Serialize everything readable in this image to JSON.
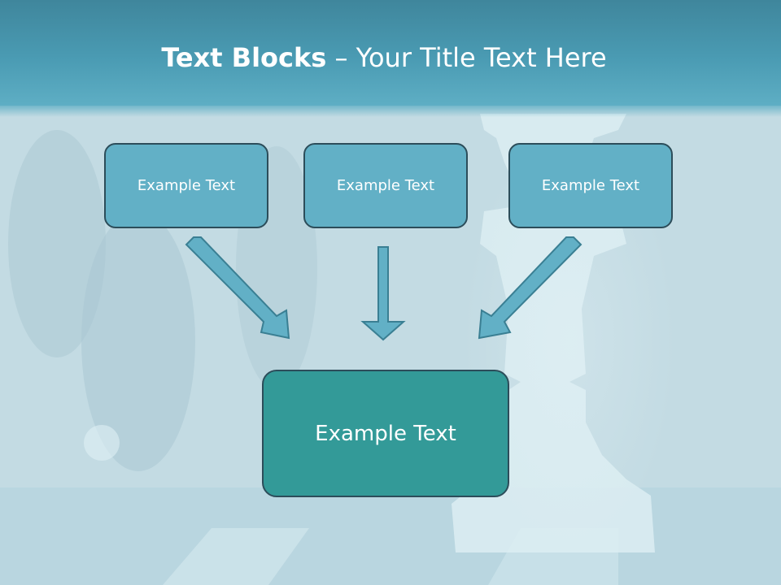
{
  "slide": {
    "title_bold": "Text Blocks",
    "title_sep": " – ",
    "title_rest": "Your Title Text Here",
    "colors": {
      "title_bar": "#4a9bb3",
      "small_box": "#62b0c6",
      "big_box": "#339a98",
      "arrow_fill": "#62b0c6",
      "arrow_stroke": "#3a7f93"
    },
    "boxes": [
      {
        "label": "Example Text"
      },
      {
        "label": "Example Text"
      },
      {
        "label": "Example Text"
      }
    ],
    "result_box": {
      "label": "Example Text"
    }
  }
}
